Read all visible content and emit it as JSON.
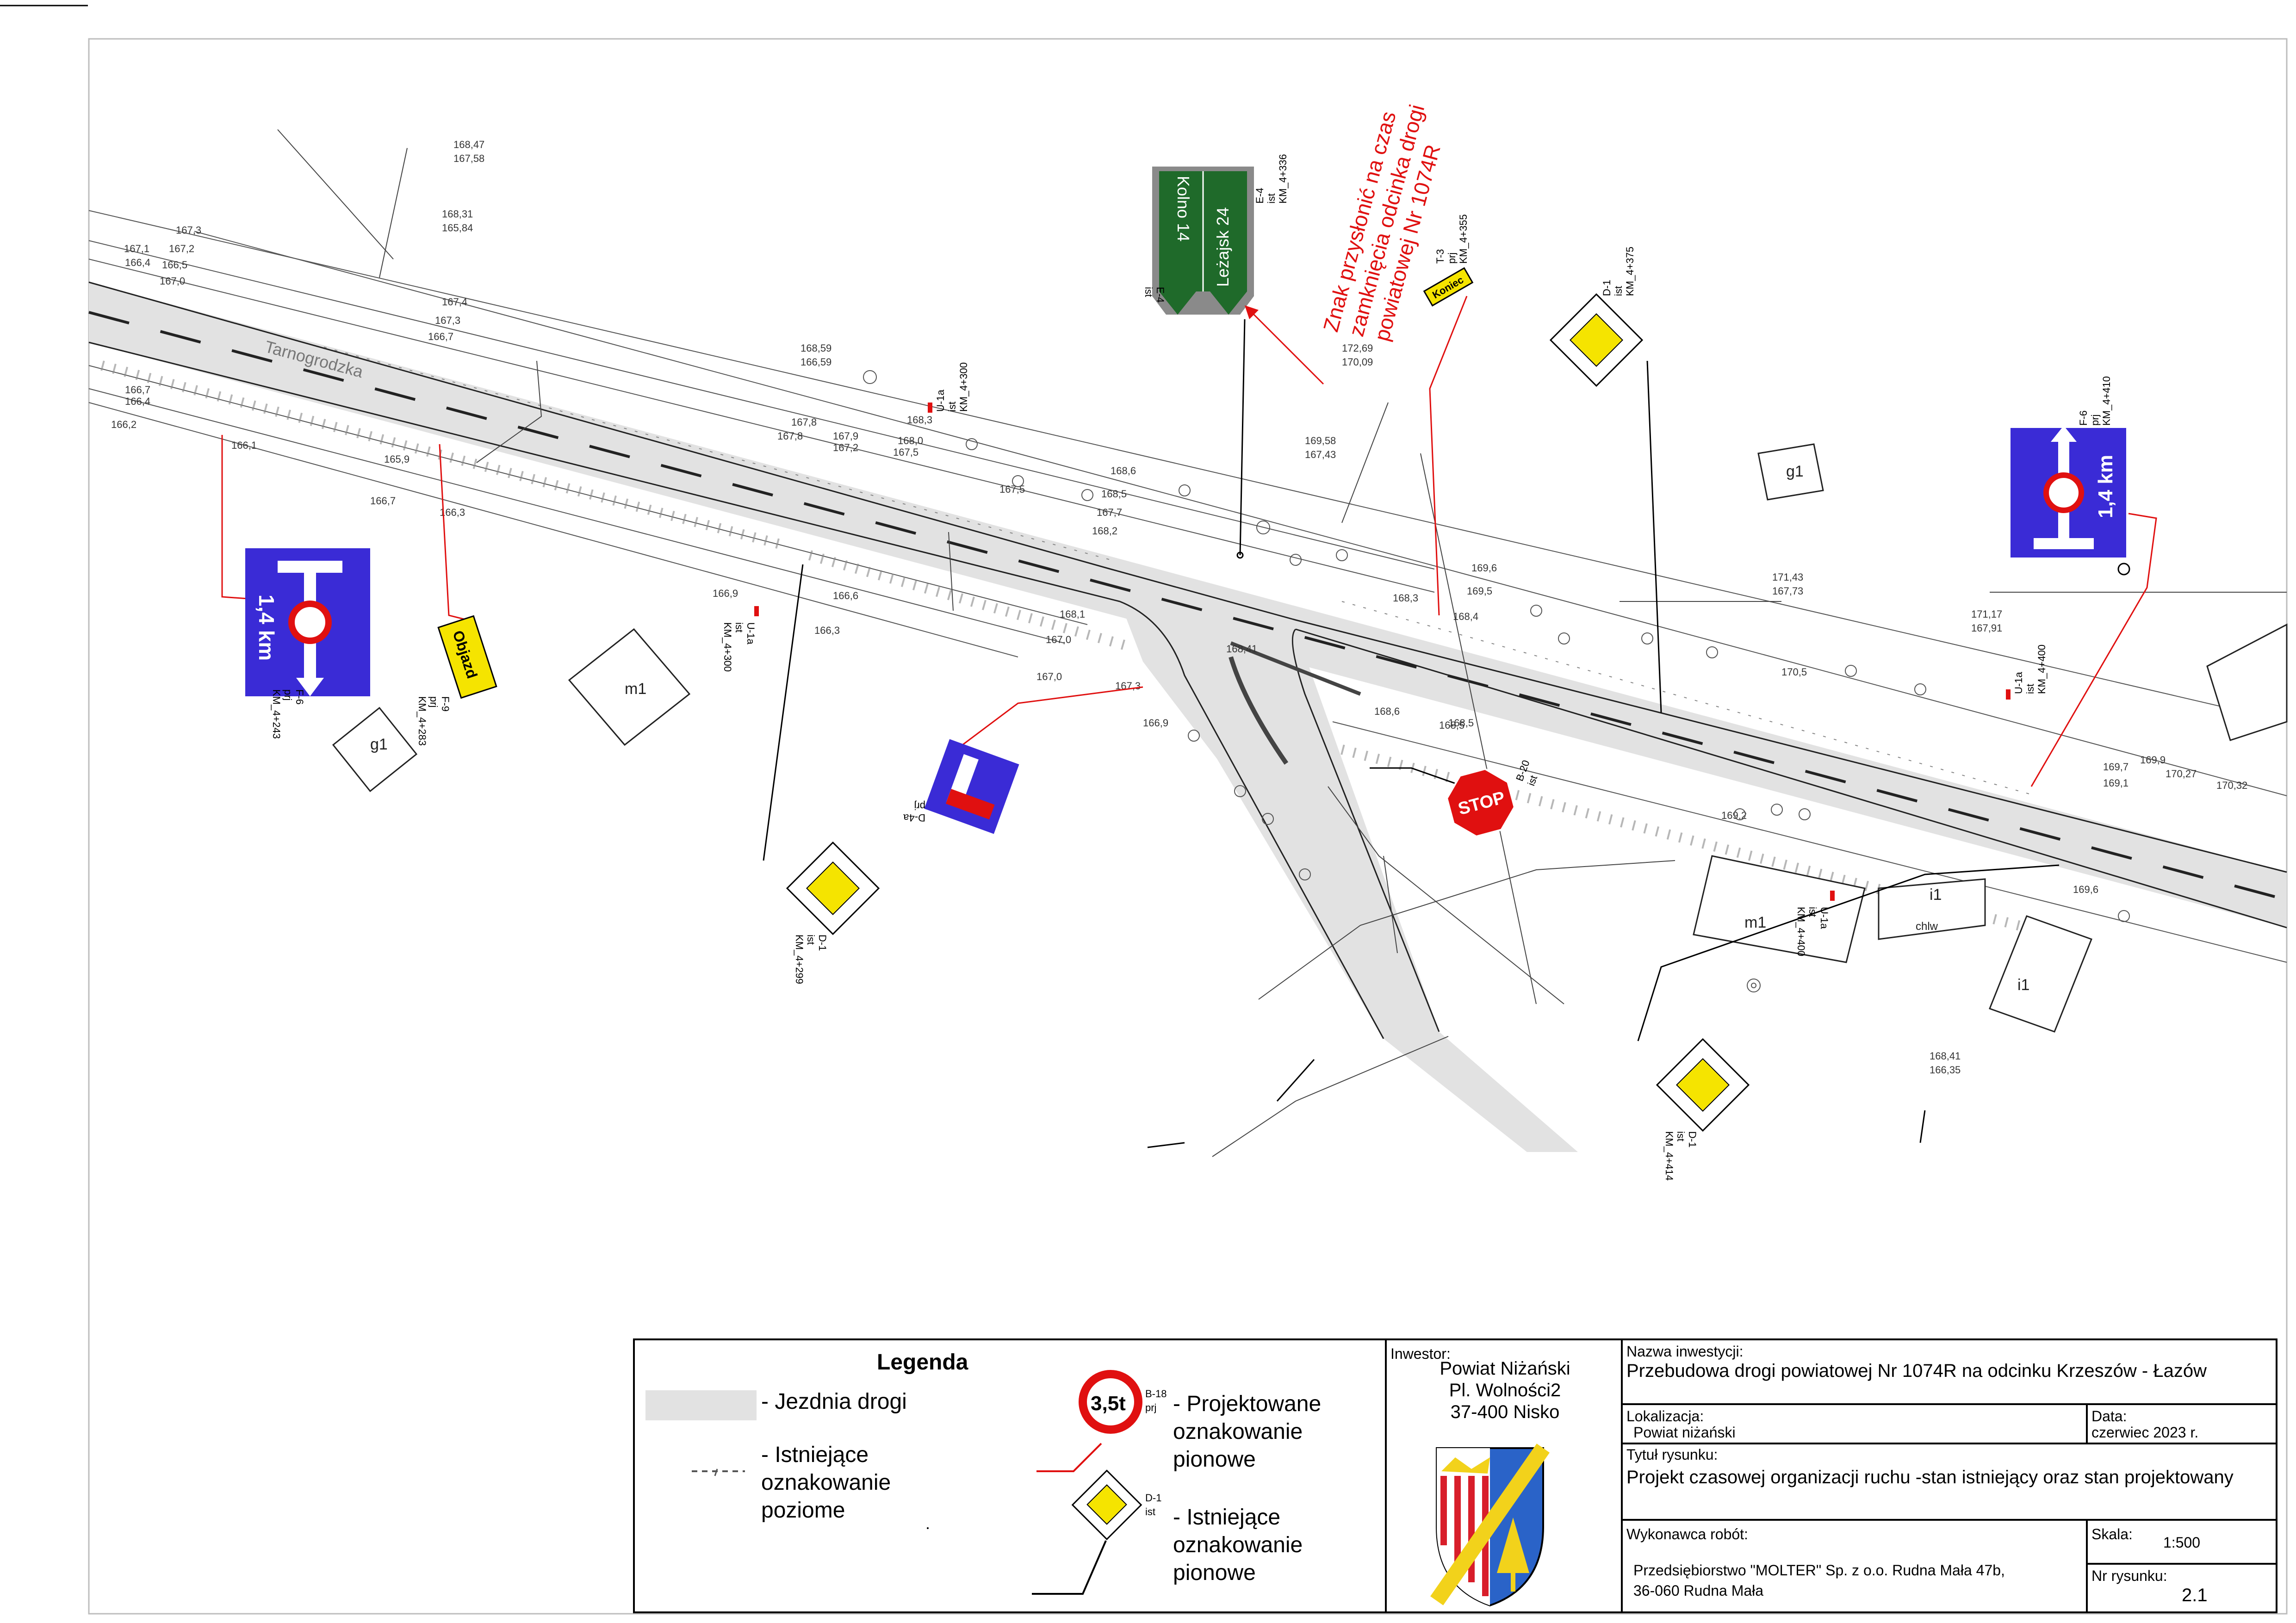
{
  "road": {
    "street_name": "Tarnogrodzka"
  },
  "signs": {
    "f6_left": {
      "code": "F-6",
      "status": "prj",
      "km": "KM_4+243",
      "distance": "1,4 km",
      "color": "#3a2bd6"
    },
    "f9": {
      "code": "F-9",
      "status": "prj",
      "km": "KM_4+283",
      "label": "Objazd",
      "color": "#f5e400"
    },
    "u1a_left": {
      "code": "U-1a",
      "status": "ist",
      "km": "KM_4+300"
    },
    "u1a_top": {
      "code": "U-1a",
      "status": "ist",
      "km": "KM_4+300"
    },
    "d1_bottom": {
      "code": "D-1",
      "status": "ist",
      "km": "KM_4+299"
    },
    "d4a": {
      "code": "D-4a",
      "status": "prj"
    },
    "e4": {
      "code": "E-4",
      "status": "ist",
      "km": "KM_4+336",
      "line1": "Kolno 14",
      "line2": "Leżajsk 24",
      "color": "#1f6a2a"
    },
    "t3": {
      "code": "T-3",
      "status": "prj",
      "km": "KM_4+355",
      "label": "Koniec"
    },
    "d1_top": {
      "code": "D-1",
      "status": "ist",
      "km": "KM_4+375"
    },
    "f6_right": {
      "code": "F-6",
      "status": "prj",
      "km": "KM_4+410",
      "distance": "1,4 km"
    },
    "u1a_right": {
      "code": "U-1a",
      "status": "ist",
      "km": "KM_4+400"
    },
    "b20": {
      "code": "B-20",
      "status": "ist",
      "label": "STOP",
      "color": "#e01010"
    },
    "u1a_mid": {
      "code": "U-1a",
      "status": "ist",
      "km": "KM_4+400"
    },
    "d1_right": {
      "code": "D-1",
      "status": "ist",
      "km": "KM_4+414"
    }
  },
  "annotation": {
    "lines": [
      "Znak przysłonić na czas",
      "zamknięcia odcinka drogi",
      "powiatowej Nr 1074R"
    ],
    "color": "#e01010"
  },
  "elevations": {
    "top_strip": [
      "167,3",
      "167,2",
      "166,4",
      "166,5",
      "167,0",
      "167,1",
      "167,4",
      "167,3",
      "166,7",
      "168,31",
      "165,84",
      "168,47",
      "167,58"
    ],
    "mid_band": [
      "168,59",
      "166,59",
      "167,8",
      "167,9",
      "167,2",
      "167,5",
      "168,0",
      "167,5",
      "168,3",
      "167,8",
      "168,6",
      "168,5",
      "167,7",
      "168,2",
      "169,58",
      "167,43",
      "172,69",
      "170,09"
    ],
    "left_band": [
      "166,7",
      "166,4",
      "166,2",
      "166,1",
      "165,9",
      "166,3",
      "166,7",
      "166,9",
      "166,6",
      "166,3",
      "167,0",
      "167,0",
      "167,3",
      "166,9",
      "168,1"
    ],
    "right_band": [
      "168,3",
      "168,4",
      "168,5",
      "169,6",
      "169,5",
      "171,43",
      "167,73",
      "171,17",
      "167,91",
      "170,5",
      "169,7",
      "169,1",
      "169,9",
      "170,27",
      "170,32",
      "169,2",
      "169,6",
      "168,41",
      "166,35"
    ],
    "junction": [
      "168,41",
      "168,6",
      "168,5"
    ]
  },
  "buildings": [
    "m1",
    "g1",
    "g1",
    "m1",
    "i1",
    "i1",
    "chlw"
  ],
  "legend": {
    "title": "Legenda",
    "items": [
      {
        "text": "- Jezdnia drogi"
      },
      {
        "text": "- Istniejące oznakowanie poziome"
      },
      {
        "text": "- Projektowane oznakowanie pionowe",
        "sign": "3,5t",
        "code": "B-18",
        "status": "prj"
      },
      {
        "text": "- Istniejące oznakowanie pionowe",
        "code": "D-1",
        "status": "ist"
      }
    ]
  },
  "title_block": {
    "investor_label": "Inwestor:",
    "investor_lines": [
      "Powiat Niżański",
      "Pl. Wolności2",
      "37-400 Nisko"
    ],
    "investment_label": "Nazwa inwestycji:",
    "investment_name": "Przebudowa drogi powiatowej Nr 1074R na odcinku Krzeszów - Łazów",
    "location_label": "Lokalizacja:",
    "location": "Powiat niżański",
    "date_label": "Data:",
    "date": "czerwiec 2023 r.",
    "drawing_title_label": "Tytuł rysunku:",
    "drawing_title": "Projekt czasowej organizacji ruchu -stan istniejący oraz stan projektowany",
    "contractor_label": "Wykonawca robót:",
    "contractor_lines": [
      "Przedsiębiorstwo \"MOLTER\" Sp. z o.o. Rudna Mała 47b,",
      "36-060 Rudna Mała"
    ],
    "scale_label": "Skala:",
    "scale": "1:500",
    "drawing_no_label": "Nr rysunku:",
    "drawing_no": "2.1"
  },
  "colors": {
    "road_fill": "#e2e2e2",
    "sign_blue": "#3a2bd6",
    "sign_yellow": "#f5e400",
    "sign_red": "#e01010",
    "sign_green": "#1f6a2a"
  }
}
